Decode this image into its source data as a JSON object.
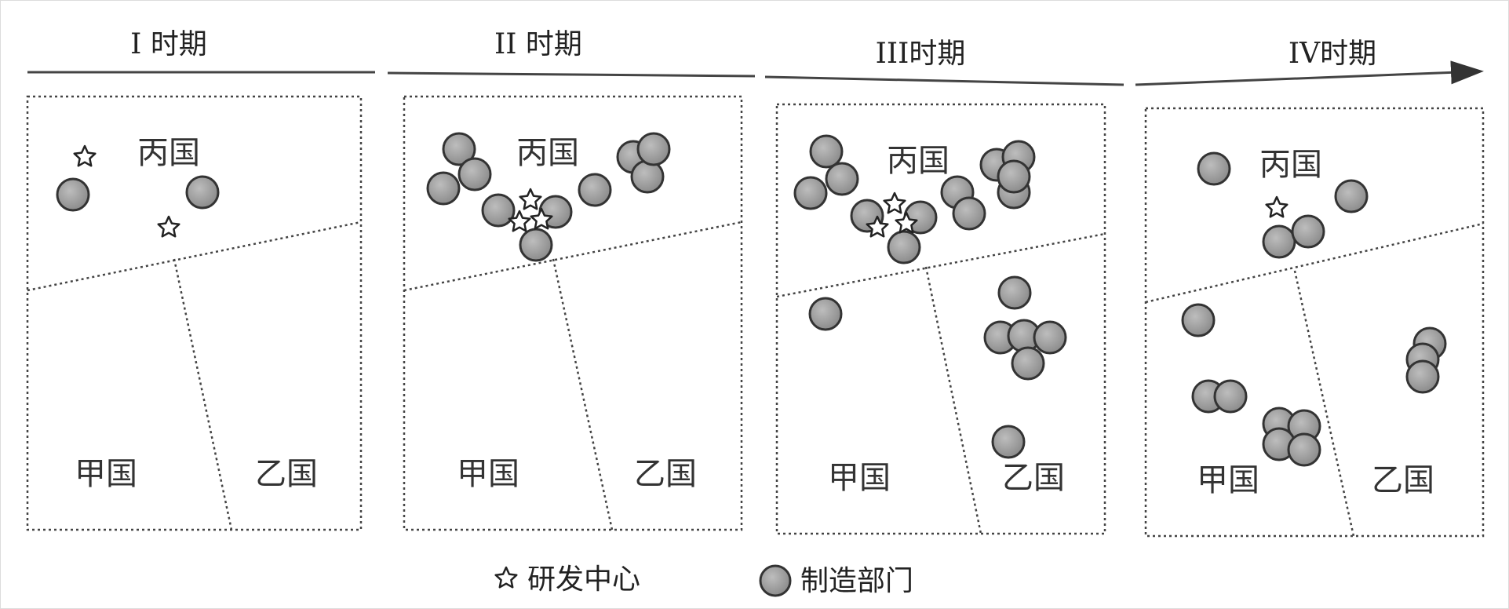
{
  "periods": [
    {
      "label": "I 时期"
    },
    {
      "label": "II 时期"
    },
    {
      "label": "III时期"
    },
    {
      "label": "IV时期"
    }
  ],
  "countries": {
    "bing": "丙国",
    "jia": "甲国",
    "yi": "乙国"
  },
  "legend": {
    "rd_label": "研发中心",
    "mfg_label": "制造部门"
  },
  "colors": {
    "circle_fill": "#9a9a9a",
    "circle_stroke": "#333333",
    "line": "#444444",
    "text": "#222222"
  },
  "icons": {
    "research_center": "star-outline-icon",
    "manufacturing": "gray-circle-icon"
  }
}
